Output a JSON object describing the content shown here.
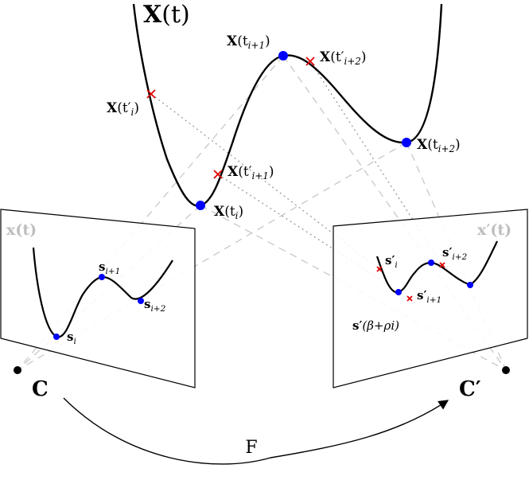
{
  "colors": {
    "curve": "#000000",
    "sample_point": "#0000ff",
    "cross": "#e00000",
    "projection_dash": "#c8c8c8",
    "projection_dot": "#9a9a9a",
    "image_label": "#bdbdbd"
  },
  "world_curve": {
    "label_main": "X",
    "label_arg": "(t)"
  },
  "world_points": {
    "xti": {
      "main": "X",
      "open": "(t",
      "sub": "i",
      "close": ")"
    },
    "xti1": {
      "main": "X",
      "open": "(t",
      "sub": "i+1",
      "close": ")"
    },
    "xti2": {
      "main": "X",
      "open": "(t",
      "sub": "i+2",
      "close": ")"
    },
    "xtpi": {
      "main": "X",
      "open": "(t′",
      "sub": "i",
      "close": ")"
    },
    "xtpi1": {
      "main": "X",
      "open": "(t′",
      "sub": "i+1",
      "close": ")"
    },
    "xtpi2": {
      "main": "X",
      "open": "(t′",
      "sub": "i+2",
      "close": ")"
    }
  },
  "left_image": {
    "title": "x(t)",
    "si": {
      "main": "s",
      "sub": "i"
    },
    "si1": {
      "main": "s",
      "sub": "i+1"
    },
    "si2": {
      "main": "s",
      "sub": "i+2"
    }
  },
  "right_image": {
    "title": "x′(t)",
    "spi": {
      "main": "s′",
      "sub": "i"
    },
    "spi1": {
      "main": "s′",
      "sub": "i+1"
    },
    "spi2": {
      "main": "s′",
      "sub": "i+2"
    },
    "sbeta": {
      "main": "s′",
      "arg": "(β+ρi)"
    }
  },
  "cameras": {
    "left": "C",
    "right": "C′",
    "transform": "F"
  }
}
